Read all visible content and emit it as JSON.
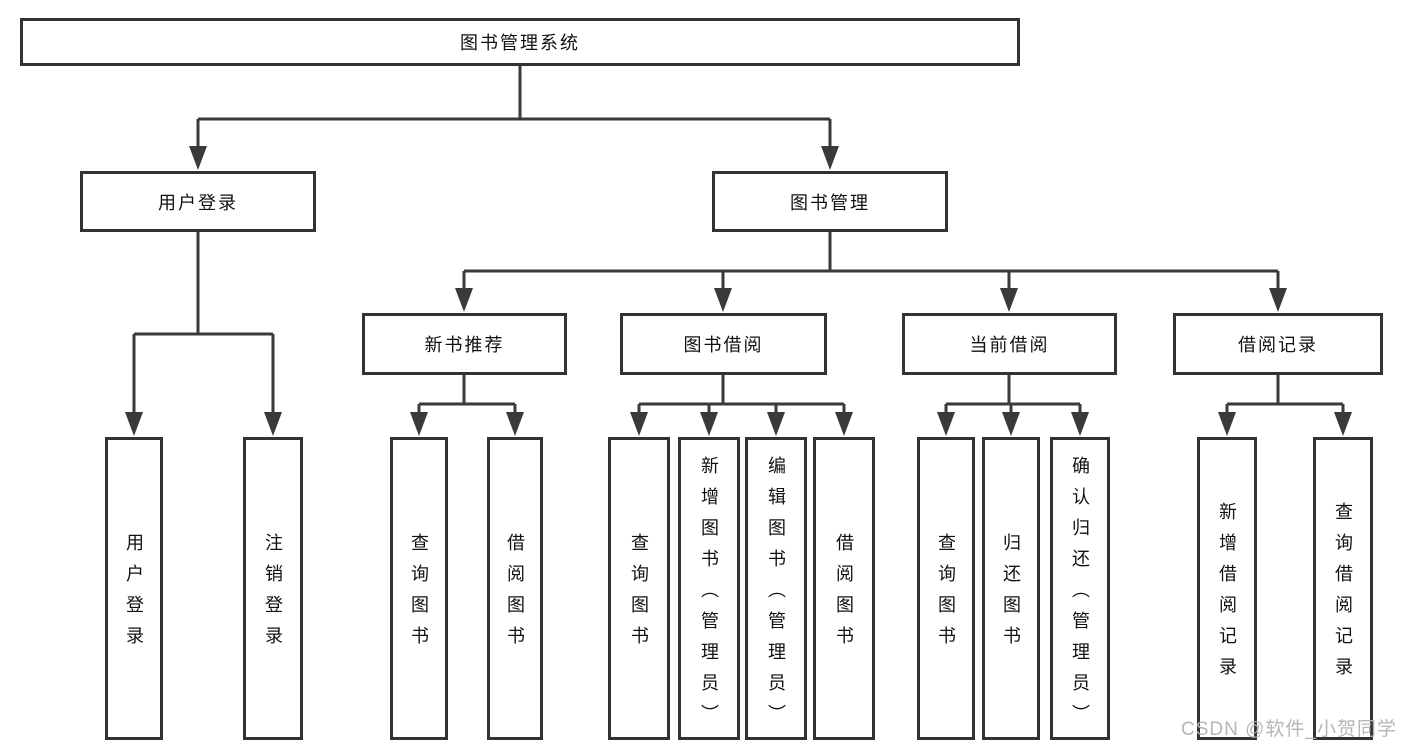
{
  "diagram": {
    "root": {
      "label": "图书管理系统"
    },
    "user_login": {
      "label": "用户登录",
      "children": [
        {
          "label": "用户登录"
        },
        {
          "label": "注销登录"
        }
      ]
    },
    "book_mgmt": {
      "label": "图书管理",
      "children": [
        {
          "label": "新书推荐",
          "children": [
            {
              "label": "查询图书"
            },
            {
              "label": "借阅图书"
            }
          ]
        },
        {
          "label": "图书借阅",
          "children": [
            {
              "label": "查询图书"
            },
            {
              "label": "新增图书（管理员）"
            },
            {
              "label": "编辑图书（管理员）"
            },
            {
              "label": "借阅图书"
            }
          ]
        },
        {
          "label": "当前借阅",
          "children": [
            {
              "label": "查询图书"
            },
            {
              "label": "归还图书"
            },
            {
              "label": "确认归还（管理员）"
            }
          ]
        },
        {
          "label": "借阅记录",
          "children": [
            {
              "label": "新增借阅记录"
            },
            {
              "label": "查询借阅记录"
            }
          ]
        }
      ]
    }
  },
  "watermark": "CSDN @软件_小贺同学",
  "colors": {
    "line": "#3a3a3a",
    "box_border": "#333333",
    "text": "#111111",
    "watermark": "#b2b2b2",
    "background": "#ffffff"
  }
}
